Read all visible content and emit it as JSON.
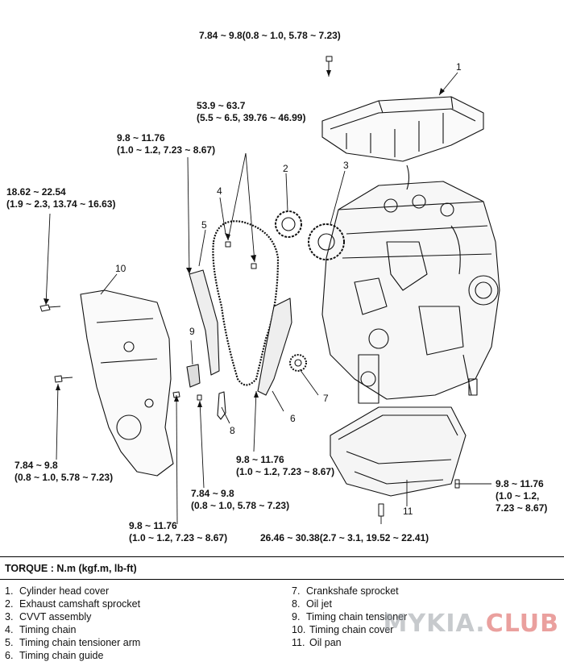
{
  "torques": [
    {
      "id": "t1",
      "line1": "7.84 ~ 9.8(0.8 ~ 1.0, 5.78 ~ 7.23)",
      "line2": ""
    },
    {
      "id": "t2",
      "line1": "53.9 ~ 63.7",
      "line2": "(5.5 ~ 6.5, 39.76 ~ 46.99)"
    },
    {
      "id": "t3",
      "line1": "9.8 ~ 11.76",
      "line2": "(1.0 ~ 1.2, 7.23 ~ 8.67)"
    },
    {
      "id": "t4",
      "line1": "18.62 ~ 22.54",
      "line2": "(1.9 ~ 2.3, 13.74 ~ 16.63)"
    },
    {
      "id": "t5",
      "line1": "7.84 ~ 9.8",
      "line2": "(0.8 ~ 1.0, 5.78 ~ 7.23)"
    },
    {
      "id": "t6",
      "line1": "9.8 ~ 11.76",
      "line2": "(1.0 ~ 1.2, 7.23 ~ 8.67)"
    },
    {
      "id": "t7",
      "line1": "7.84 ~ 9.8",
      "line2": "(0.8 ~ 1.0, 5.78 ~ 7.23)"
    },
    {
      "id": "t8",
      "line1": "9.8 ~ 11.76",
      "line2": "(1.0 ~ 1.2, 7.23 ~ 8.67)"
    },
    {
      "id": "t9",
      "line1": "9.8 ~ 11.76",
      "line2": "(1.0 ~ 1.2,",
      "line3": "7.23 ~ 8.67)"
    },
    {
      "id": "t10",
      "line1": "26.46 ~ 30.38(2.7 ~ 3.1, 19.52 ~ 22.41)",
      "line2": ""
    }
  ],
  "callouts": [
    "1",
    "2",
    "3",
    "4",
    "5",
    "6",
    "7",
    "8",
    "9",
    "10",
    "11"
  ],
  "legend_title": "TORQUE : N.m (kgf.m, lb-ft)",
  "legend_left": [
    {
      "n": "1.",
      "label": "Cylinder head cover"
    },
    {
      "n": "2.",
      "label": "Exhaust camshaft sprocket"
    },
    {
      "n": "3.",
      "label": "CVVT assembly"
    },
    {
      "n": "4.",
      "label": "Timing chain"
    },
    {
      "n": "5.",
      "label": "Timing chain tensioner arm"
    },
    {
      "n": "6.",
      "label": "Timing chain guide"
    }
  ],
  "legend_right": [
    {
      "n": "7.",
      "label": "Crankshafe sprocket"
    },
    {
      "n": "8.",
      "label": "Oil jet"
    },
    {
      "n": "9.",
      "label": "Timing chain tensioner"
    },
    {
      "n": "10.",
      "label": "Timing chain cover"
    },
    {
      "n": "11.",
      "label": "Oil pan"
    }
  ],
  "watermark": {
    "part1": "MYKIA.",
    "part2": "CLUB"
  }
}
